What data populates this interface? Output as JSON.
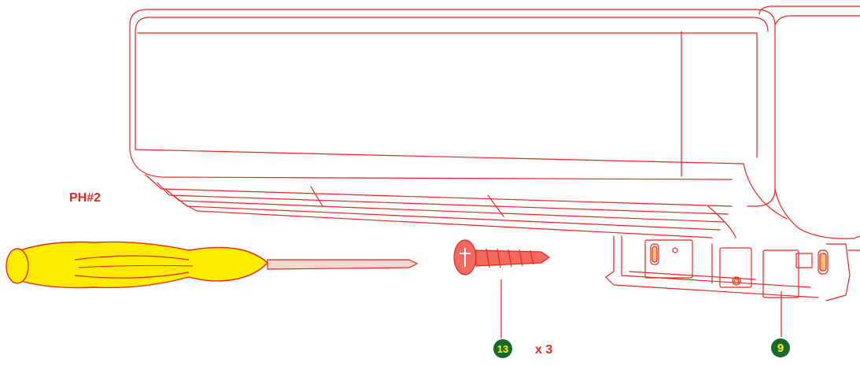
{
  "labels": {
    "tool": "PH#2",
    "screw_quantity": "x 3"
  },
  "callouts": {
    "screw_part_number": "13",
    "bracket_part_number": "9"
  },
  "colors": {
    "line": "#e8251f",
    "screwdriver_handle": "#ffed00",
    "screw_fill": "#f06a60",
    "badge_bg": "#17692e",
    "badge_text": "#fff200"
  },
  "icons": [
    "screwdriver-icon",
    "screw-icon"
  ]
}
